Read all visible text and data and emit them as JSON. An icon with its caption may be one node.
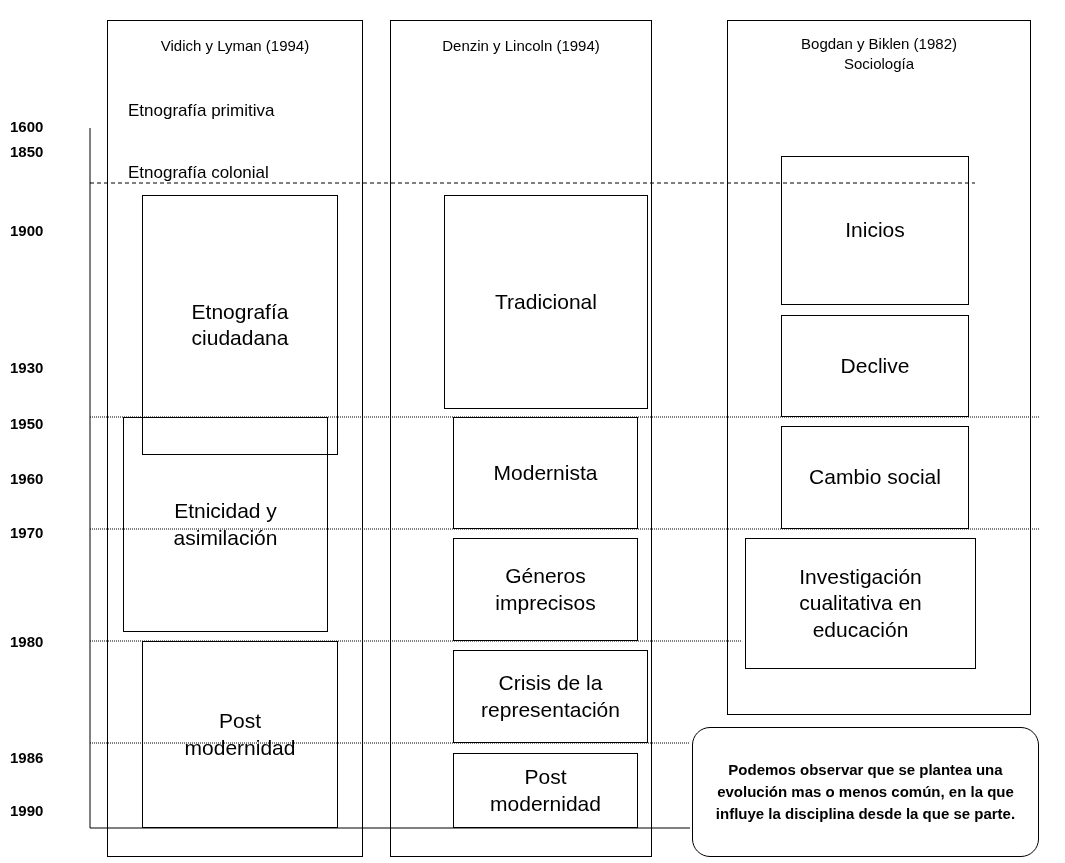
{
  "diagram": {
    "nodes": [
      {
        "text": [
          "Vidich y Lyman (1994)",
          "Etnografía primitiva",
          "Etnografía colonial"
        ]
      },
      {
        "text": [
          "Denzin y Lincoln (1994)"
        ]
      },
      {
        "text": [
          "Bogdan y Biklen (1982)",
          "Sociología"
        ]
      },
      {
        "text": [
          "Etnografía ciudadana"
        ],
        "in": 0
      },
      {
        "text": [
          "Etnicidad y asimilación"
        ],
        "in": 0
      },
      {
        "text": [
          "Post modernidad"
        ],
        "in": 0
      },
      {
        "text": [
          "Tradicional"
        ],
        "in": 1
      },
      {
        "text": [
          "Modernista"
        ],
        "in": 1
      },
      {
        "text": [
          "Géneros imprecisos"
        ],
        "in": 1
      },
      {
        "text": [
          "Crisis de la representación"
        ],
        "in": 1
      },
      {
        "text": [
          "Post modernidad"
        ],
        "in": 1
      },
      {
        "text": [
          "Inicios"
        ],
        "in": 2
      },
      {
        "text": [
          "Declive"
        ],
        "in": 2
      },
      {
        "text": [
          "Cambio social"
        ],
        "in": 2
      },
      {
        "text": [
          "Investigación cualitativa en educación"
        ],
        "in": 2
      },
      {
        "text": [
          "Podemos observar que se plantea una evolución mas o menos común, en la que influye la disciplina desde la que se parte."
        ]
      }
    ],
    "labels": [
      "1600",
      "1850",
      "1900",
      "1930",
      "1950",
      "1960",
      "1970",
      "1980",
      "1986",
      "1990"
    ]
  }
}
